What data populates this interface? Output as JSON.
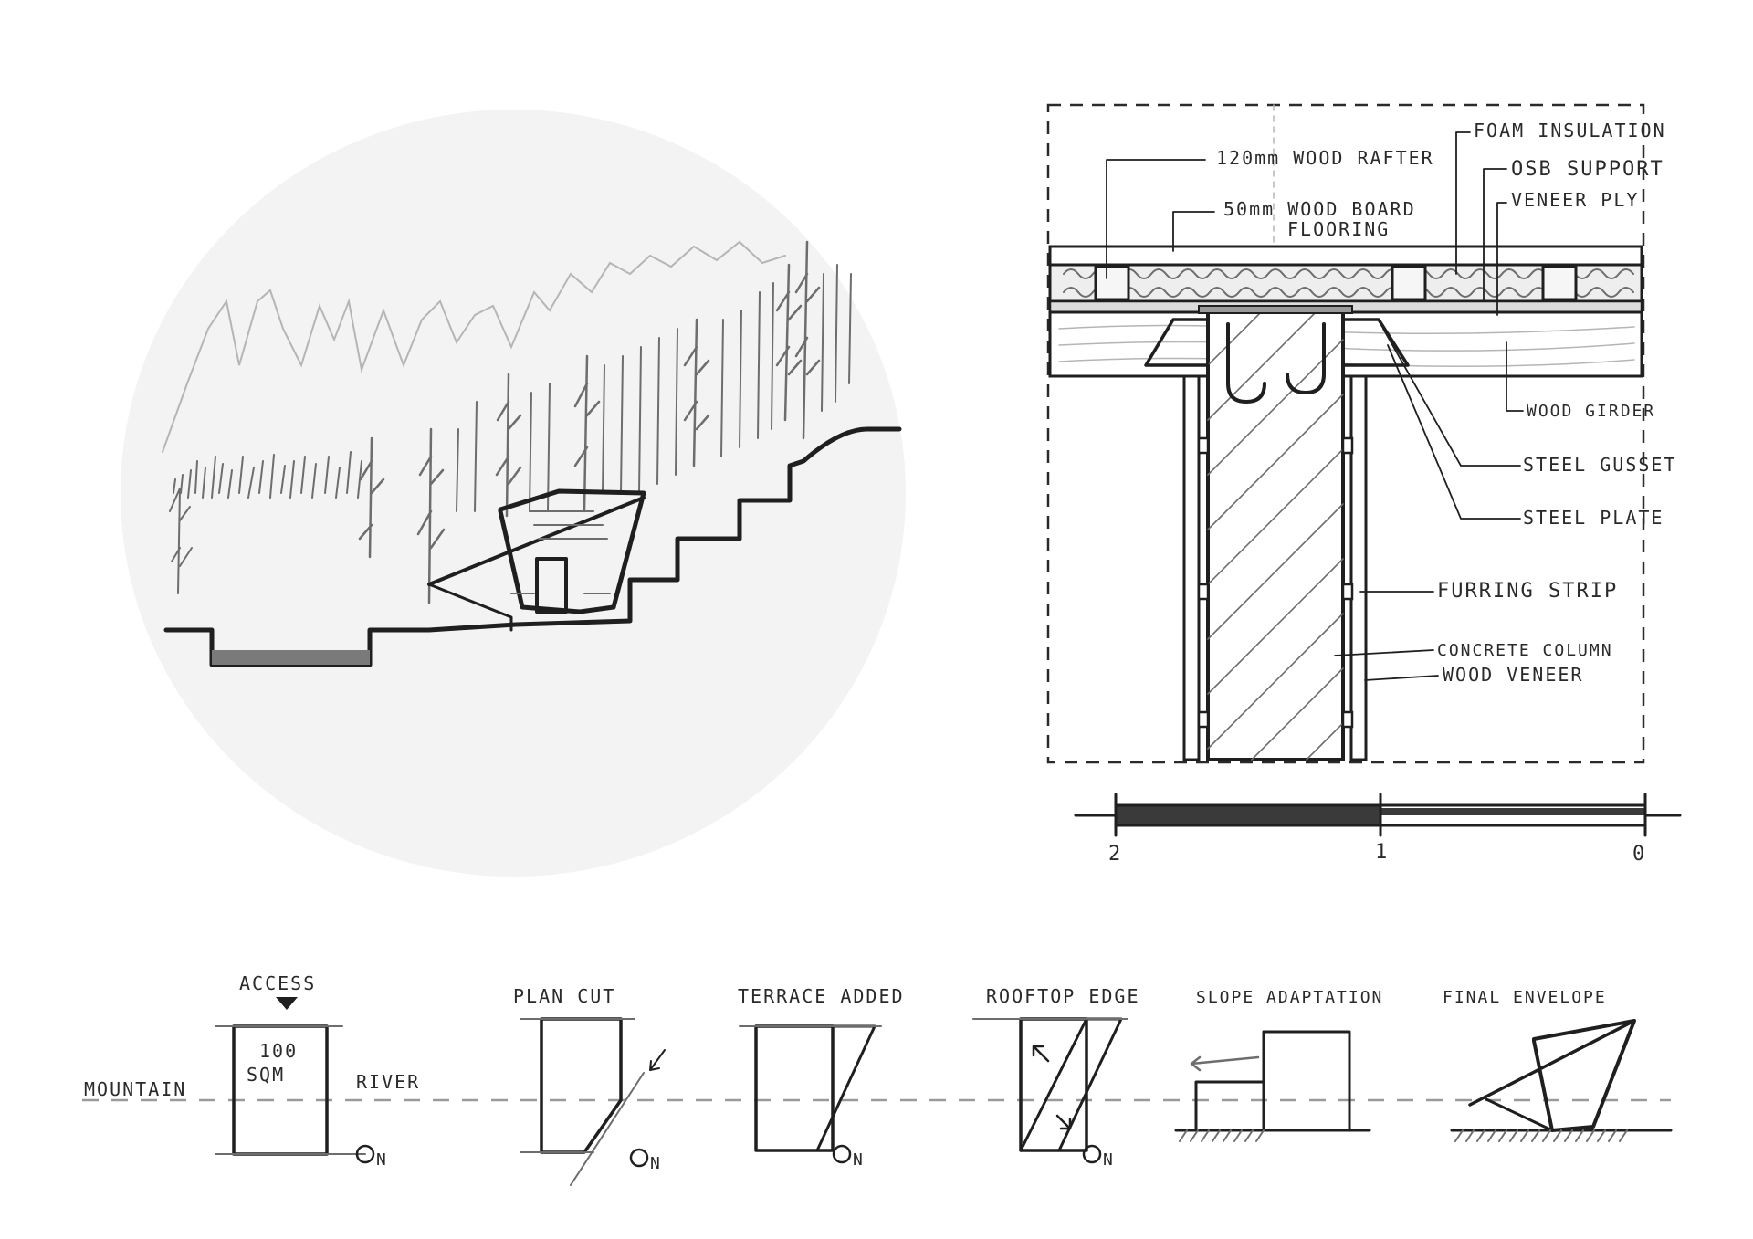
{
  "colors": {
    "ink": "#1f1f1f",
    "pencil": "#6d6d6d",
    "paper": "#ffffff",
    "circle": "#f3f3f3"
  },
  "detail": {
    "labels": {
      "wood_rafter": "120mm WOOD RAFTER",
      "wood_board_1": "50mm WOOD BOARD",
      "wood_board_2": "FLOORING",
      "foam_insulation": "FOAM INSULATION",
      "osb_support": "OSB SUPPORT",
      "veneer_ply": "VENEER PLY",
      "wood_girder": "WOOD GIRDER",
      "steel_gusset": "STEEL GUSSET",
      "steel_plate": "STEEL PLATE",
      "furring_strip": "FURRING STRIP",
      "concrete_column": "CONCRETE COLUMN",
      "wood_veneer": "WOOD VENEER"
    }
  },
  "scale_bar": {
    "ticks": [
      "2",
      "1",
      "0"
    ]
  },
  "diagrams": [
    {
      "title": "ACCESS",
      "notes": [
        "100",
        "SQM"
      ],
      "side_left": "MOUNTAIN",
      "side_right": "RIVER",
      "north": "N"
    },
    {
      "title": "PLAN CUT",
      "north": "N"
    },
    {
      "title": "TERRACE ADDED",
      "north": "N"
    },
    {
      "title": "ROOFTOP EDGE",
      "north": "N"
    },
    {
      "title": "SLOPE ADAPTATION"
    },
    {
      "title": "FINAL ENVELOPE"
    }
  ]
}
